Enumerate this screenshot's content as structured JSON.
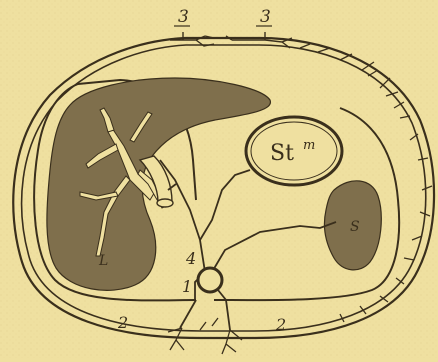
{
  "colors": {
    "paper": "#efe0a0",
    "ink": "#3a2f1c",
    "organ_fill": "#7f6f4c",
    "vessel_fill": "#efe0a0"
  },
  "labels": {
    "top_left": "3",
    "top_right": "3",
    "stomach_main": "St",
    "stomach_sup": "m",
    "spleen": "S",
    "liver": "L",
    "node_4": "4",
    "node_1": "1",
    "bottom_left": "2",
    "bottom_right": "2"
  }
}
